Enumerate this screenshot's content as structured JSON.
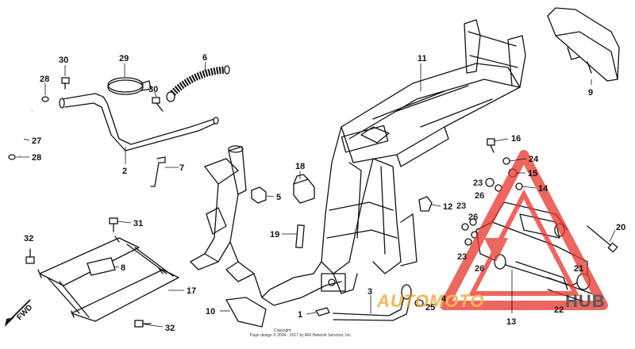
{
  "diagram": {
    "callouts": {
      "c1": "1",
      "c2": "2",
      "c3": "3",
      "c4": "4",
      "c5": "5",
      "c6": "6",
      "c7": "7",
      "c8": "8",
      "c9": "9",
      "c10": "10",
      "c11": "11",
      "c12": "12",
      "c13": "13",
      "c14": "14",
      "c15": "15",
      "c16": "16",
      "c17": "17",
      "c18": "18",
      "c19": "19",
      "c20": "20",
      "c21": "21",
      "c22": "22",
      "c23a": "23",
      "c23b": "23",
      "c23c": "23",
      "c24": "24",
      "c25": "25",
      "c26a": "26",
      "c26b": "26",
      "c26c": "26",
      "c27": "27",
      "c28a": "28",
      "c28b": "28",
      "c29": "29",
      "c30a": "30",
      "c30b": "30",
      "c31": "31",
      "c32a": "32",
      "c32b": "32"
    },
    "fwd_label": "FWD",
    "copyright": "Copyright\nPage design © 2004 - 2017 by ARI Network Services, Inc.",
    "watermark": {
      "word1": "AUTOMOTO",
      "word2": "HUB",
      "accent_color": "#e8342c",
      "secondary_color": "#f0a020"
    }
  }
}
